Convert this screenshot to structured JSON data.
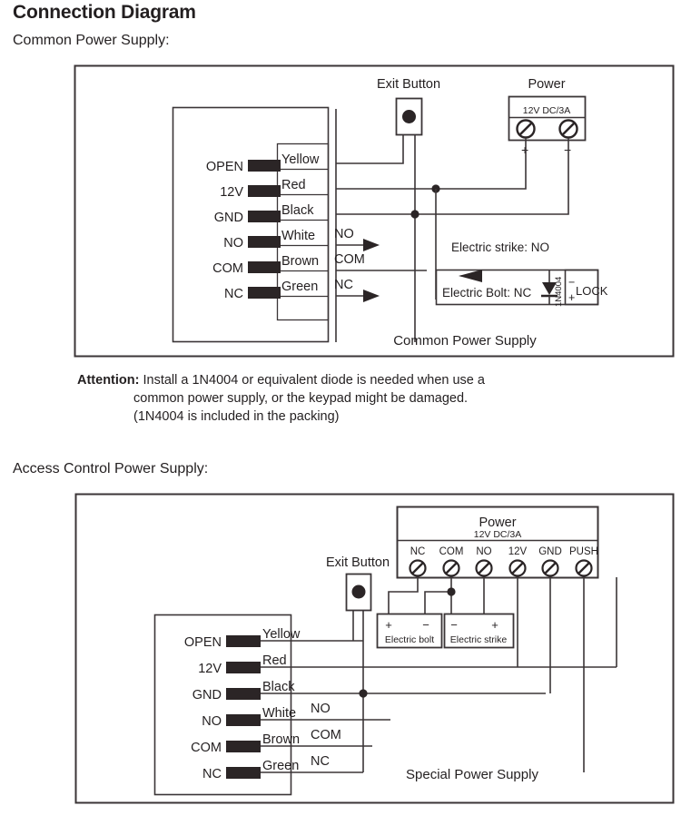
{
  "page": {
    "title": "Connection Diagram"
  },
  "sections": {
    "common": {
      "subhead": "Common Power Supply:",
      "caption": "Common Power Supply",
      "exit_button_label": "Exit Button",
      "power": {
        "title": "Power",
        "rating": "12V DC/3A",
        "terminals": [
          {
            "name": "plus",
            "symbol": "+"
          },
          {
            "name": "minus",
            "symbol": "−"
          }
        ]
      },
      "keypad_terminals": [
        {
          "label": "OPEN",
          "wire": "Yellow"
        },
        {
          "label": "12V",
          "wire": "Red"
        },
        {
          "label": "GND",
          "wire": "Black"
        },
        {
          "label": "NO",
          "wire": "White"
        },
        {
          "label": "COM",
          "wire": "Brown"
        },
        {
          "label": "NC",
          "wire": "Green"
        }
      ],
      "signal_labels": [
        {
          "text": "NO"
        },
        {
          "text": "COM"
        },
        {
          "text": "NC"
        }
      ],
      "lock": {
        "strike_note": "Electric strike: NO",
        "bolt_note": "Electric Bolt: NC",
        "diode": "1N4004",
        "box_label": "LOCK",
        "box_minus": "−",
        "box_plus": "+"
      }
    },
    "access": {
      "subhead": "Access Control Power Supply:",
      "caption": "Special Power Supply",
      "exit_button_label": "Exit Button",
      "power": {
        "title": "Power",
        "rating": "12V DC/3A",
        "terminals": [
          "NC",
          "COM",
          "NO",
          "12V",
          "GND",
          "PUSH"
        ]
      },
      "keypad_terminals": [
        {
          "label": "OPEN",
          "wire": "Yellow"
        },
        {
          "label": "12V",
          "wire": "Red"
        },
        {
          "label": "GND",
          "wire": "Black"
        },
        {
          "label": "NO",
          "wire": "White"
        },
        {
          "label": "COM",
          "wire": "Brown"
        },
        {
          "label": "NC",
          "wire": "Green"
        }
      ],
      "signal_labels": [
        {
          "text": "NO"
        },
        {
          "text": "COM"
        },
        {
          "text": "NC"
        }
      ],
      "devices": [
        {
          "name": "Electric bolt",
          "left_symbol": "+",
          "right_symbol": "−"
        },
        {
          "name": "Electric strike",
          "left_symbol": "−",
          "right_symbol": "+"
        }
      ]
    }
  },
  "attention": {
    "label": "Attention:",
    "line1": "Install a 1N4004 or equivalent diode is needed when use a",
    "line2": "common power supply, or the keypad might be damaged.",
    "line3": "(1N4004 is included in the packing)"
  },
  "colors": {
    "ink": "#231f20",
    "line": "#3b3537",
    "connector": "#2b2526",
    "background": "#ffffff"
  }
}
